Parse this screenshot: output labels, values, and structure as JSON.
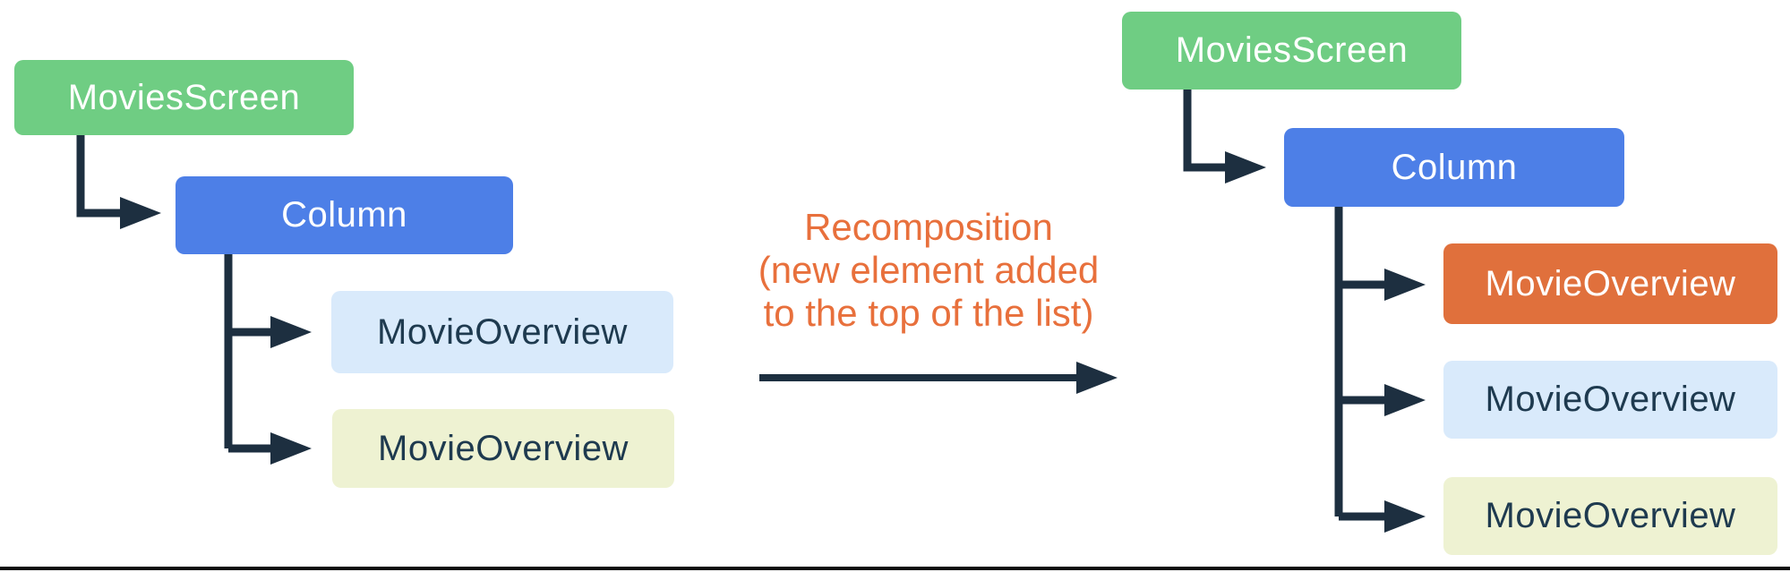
{
  "colors": {
    "green": "#6FCD83",
    "blue": "#4D7FE7",
    "orange": "#E0703C",
    "light-blue": "#D9EAFB",
    "pale-yellow": "#EEF2D2",
    "navy": "#1D2F40",
    "dark-text": "#1E3A4F",
    "accent-text": "#E8703C"
  },
  "left_tree": {
    "root": "MoviesScreen",
    "child": "Column",
    "items": [
      {
        "label": "MovieOverview",
        "variant": "light-blue"
      },
      {
        "label": "MovieOverview",
        "variant": "pale-yellow"
      }
    ]
  },
  "annotation": {
    "line1": "Recomposition",
    "line2": "(new element added",
    "line3": "to the top of the list)"
  },
  "right_tree": {
    "root": "MoviesScreen",
    "child": "Column",
    "items": [
      {
        "label": "MovieOverview",
        "variant": "orange"
      },
      {
        "label": "MovieOverview",
        "variant": "light-blue"
      },
      {
        "label": "MovieOverview",
        "variant": "pale-yellow"
      }
    ]
  }
}
